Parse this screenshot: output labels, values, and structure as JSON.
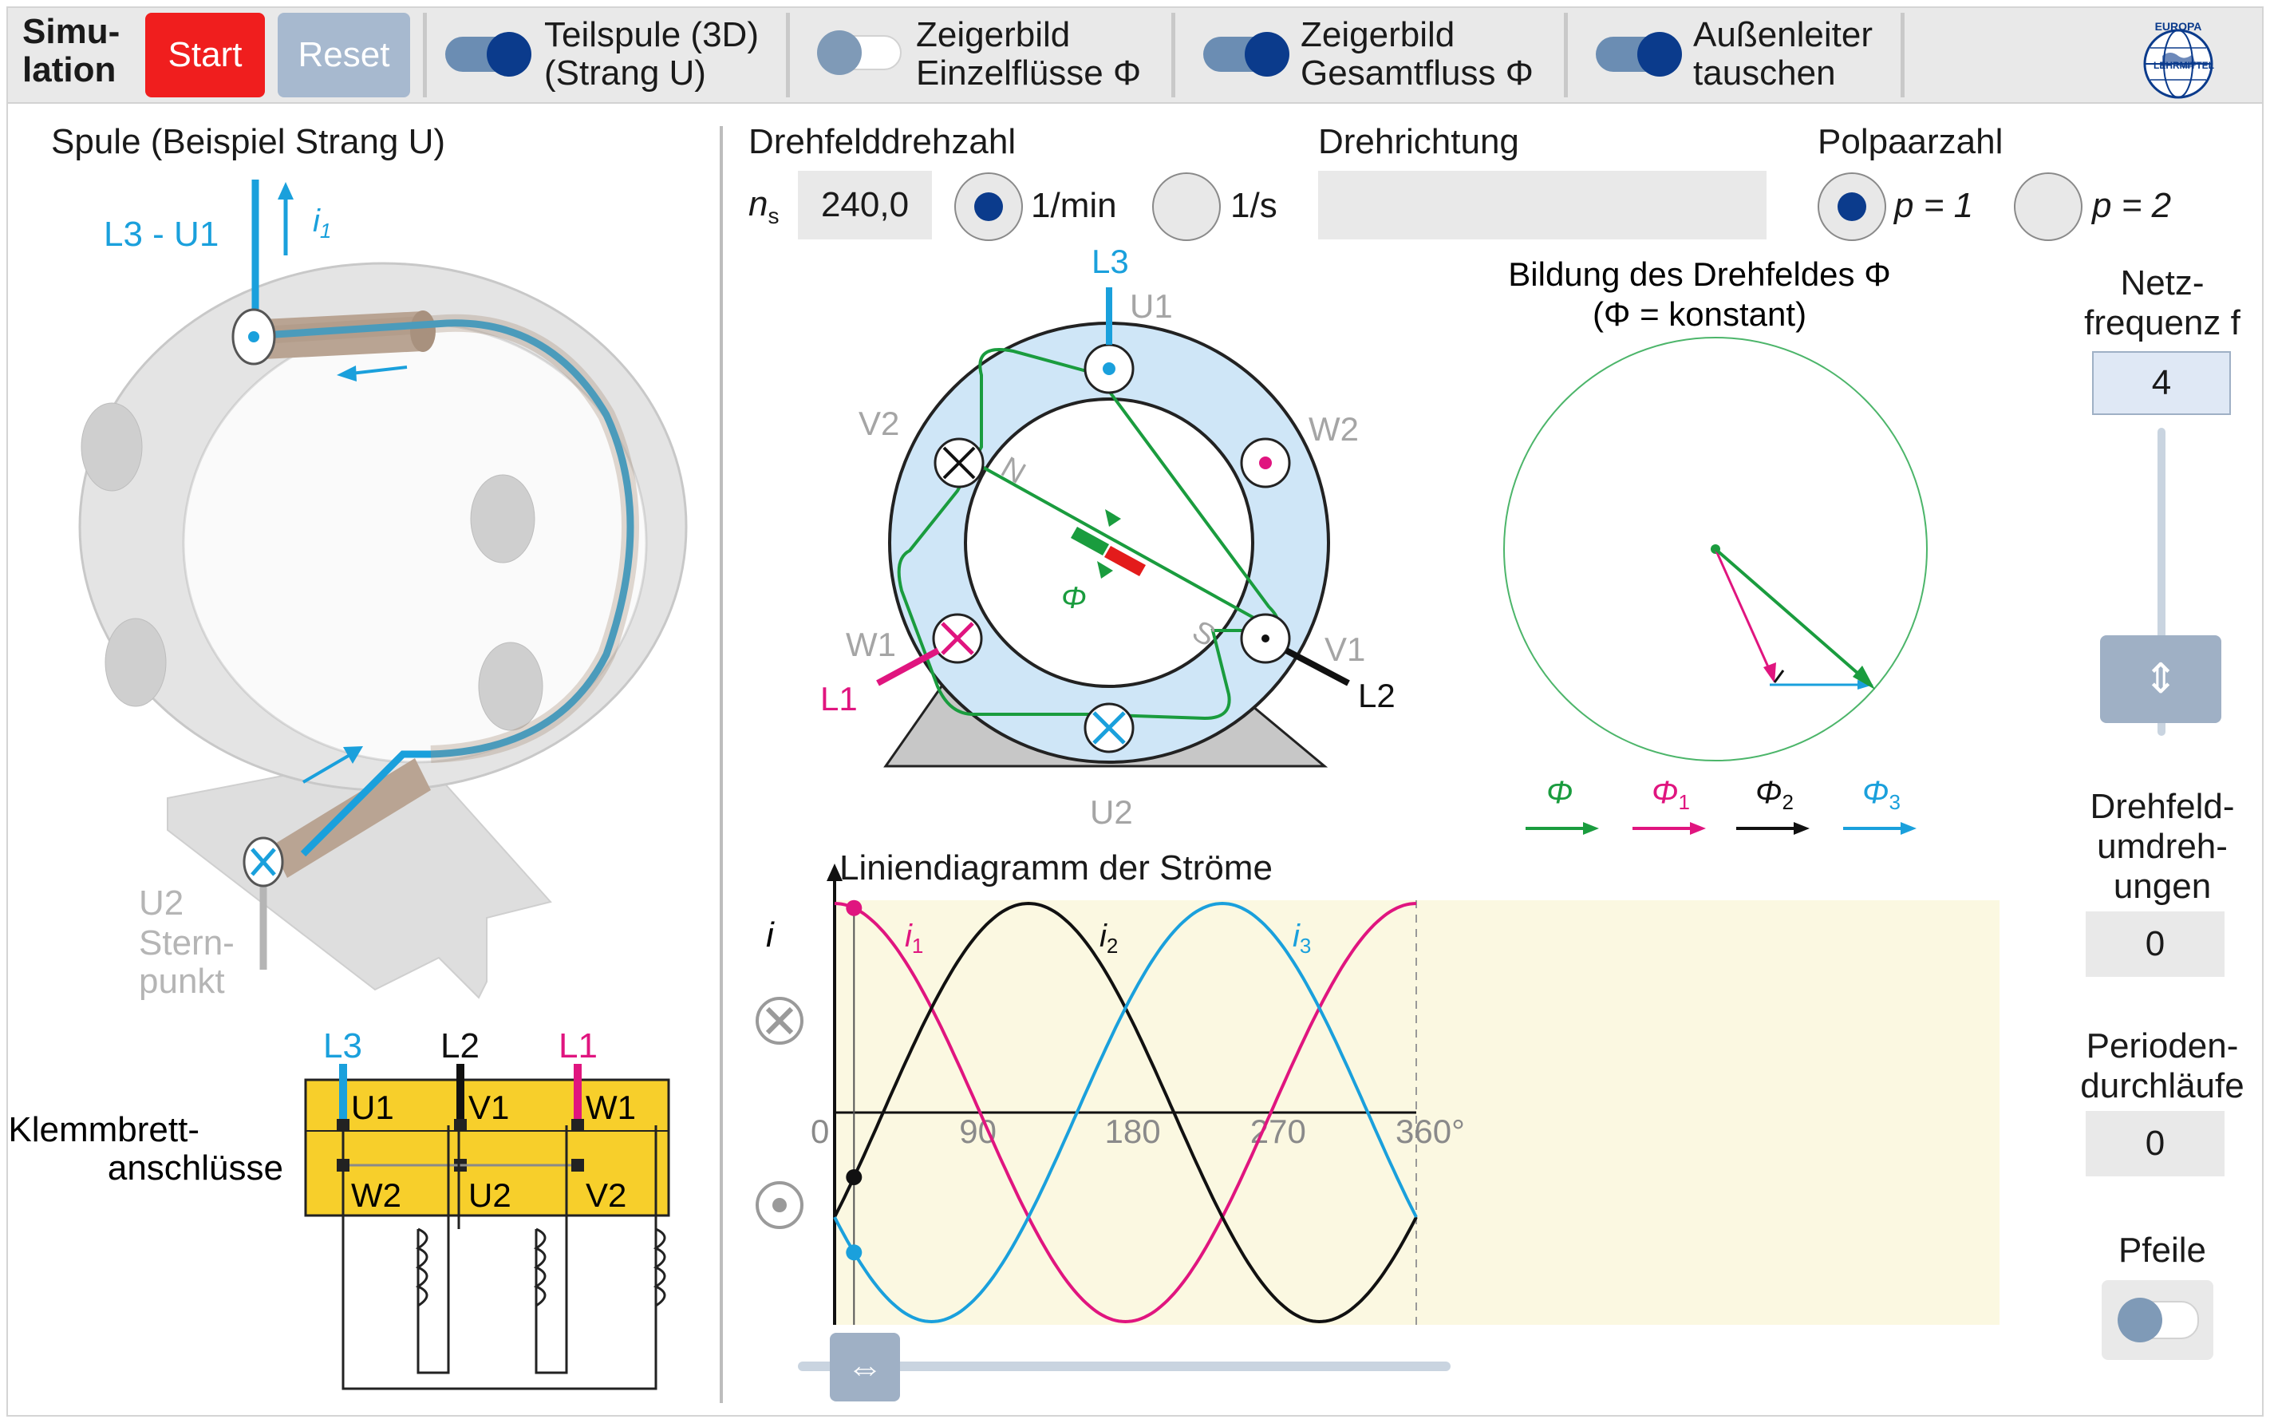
{
  "toolbar": {
    "sim_title_line1": "Simu-",
    "sim_title_line2": "lation",
    "start_label": "Start",
    "reset_label": "Reset",
    "toggles": [
      {
        "line1": "Teilspule (3D)",
        "line2": "(Strang U)",
        "on": true
      },
      {
        "line1": "Zeigerbild",
        "line2": "Einzelflüsse Φ",
        "on": false
      },
      {
        "line1": "Zeigerbild",
        "line2": "Gesamtfluss Φ",
        "on": true
      },
      {
        "line1": "Außenleiter",
        "line2": "tauschen",
        "on": true
      }
    ],
    "logo_text_top": "EUROPA",
    "logo_text_bottom": "LEHRMITTEL"
  },
  "left_panel": {
    "title": "Spule (Beispiel Strang U)",
    "label_l3_u1": "L3 - U1",
    "label_i1": "i",
    "label_i1_sub": "1",
    "label_u2_line1": "U2",
    "label_u2_line2": "Stern-",
    "label_u2_line3": "punkt",
    "terminal_title_line1": "Klemmbrett-",
    "terminal_title_line2": "anschlüsse",
    "terminal_top_labels": [
      "L3",
      "L2",
      "L1"
    ],
    "terminal_row1": [
      "U1",
      "V1",
      "W1"
    ],
    "terminal_row2": [
      "W2",
      "U2",
      "V2"
    ]
  },
  "controls": {
    "speed_title": "Drehfelddrehzahl",
    "speed_symbol": "n",
    "speed_symbol_sub": "s",
    "speed_value": "240,0",
    "unit_min": "1/min",
    "unit_s": "1/s",
    "unit_selected": "1/min",
    "direction_title": "Drehrichtung",
    "direction_value": "",
    "pole_title": "Polpaarzahl",
    "pole_p1": "p = 1",
    "pole_p2": "p = 2",
    "pole_selected": "p = 1"
  },
  "motor": {
    "labels": {
      "l3": "L3",
      "u1": "U1",
      "v2": "V2",
      "w2": "W2",
      "w1": "W1",
      "v1": "V1",
      "l1": "L1",
      "l2": "L2",
      "u2": "U2",
      "n": "N",
      "s": "S",
      "phi": "Φ"
    }
  },
  "phasor": {
    "title_line1": "Bildung des Drehfeldes Φ",
    "title_line2": "(Φ = konstant)",
    "legend": [
      {
        "label": "Φ",
        "sub": "",
        "color": "#1a9c3e"
      },
      {
        "label": "Φ",
        "sub": "1",
        "color": "#e0157f"
      },
      {
        "label": "Φ",
        "sub": "2",
        "color": "#111111"
      },
      {
        "label": "Φ",
        "sub": "3",
        "color": "#1aa0dc"
      }
    ]
  },
  "line_diagram": {
    "title": "Liniendiagramm der Ströme",
    "axis_i": "i",
    "tick_labels": [
      "0",
      "90",
      "180",
      "270",
      "360°"
    ],
    "curve_labels": [
      {
        "label": "i",
        "sub": "1",
        "color": "#e0157f"
      },
      {
        "label": "i",
        "sub": "2",
        "color": "#111111"
      },
      {
        "label": "i",
        "sub": "3",
        "color": "#1aa0dc"
      }
    ],
    "cursor_angle_deg": 12
  },
  "right_panel": {
    "freq_line1": "Netz-",
    "freq_line2": "frequenz f",
    "freq_value": "4",
    "rot_line1": "Drehfeld-",
    "rot_line2": "umdreh-",
    "rot_line3": "ungen",
    "rot_value": "0",
    "per_line1": "Perioden-",
    "per_line2": "durchläufe",
    "per_value": "0",
    "arrows_label": "Pfeile",
    "arrows_on": false
  },
  "colors": {
    "accent_blue": "#0b3b8c",
    "l1_magenta": "#e0157f",
    "l3_cyan": "#1aa0dc",
    "flux_green": "#1a9c3e",
    "start_red": "#f01e1e",
    "chart_bg": "#fbf8e1",
    "terminal_yellow": "#f7cf2b"
  }
}
